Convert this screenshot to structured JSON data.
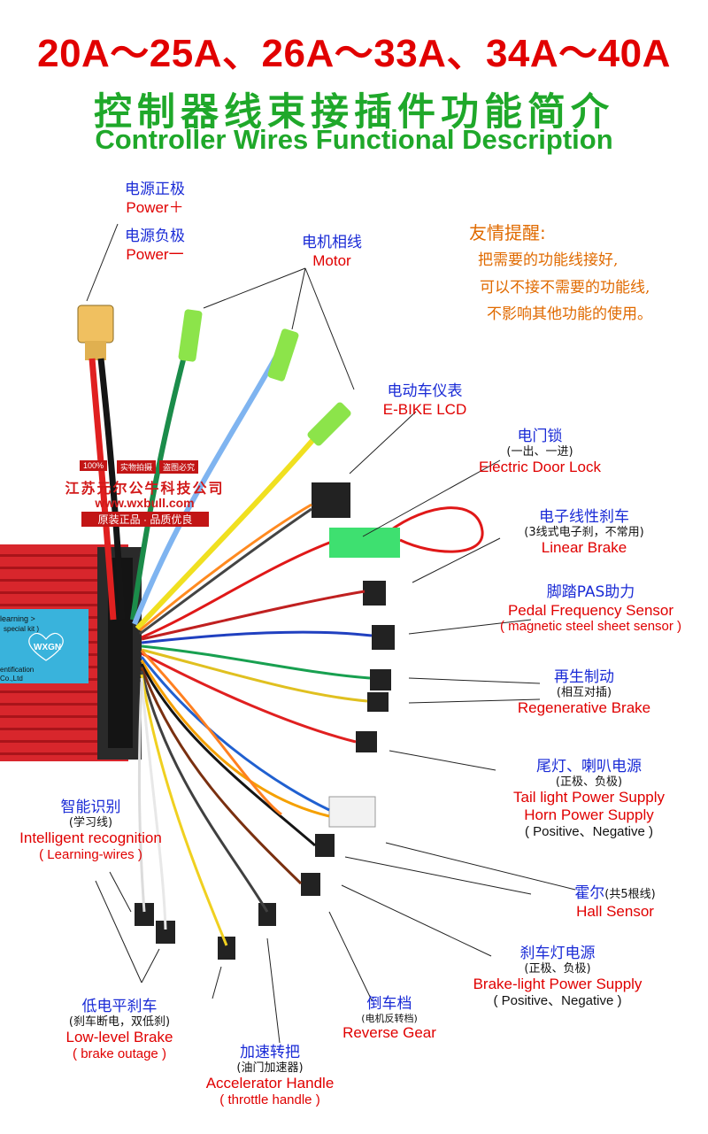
{
  "title": {
    "amps": "20A～25A、26A～33A、34A～40A",
    "cn": "控制器线束接插件功能简介",
    "en": "Controller Wires Functional Description"
  },
  "tip": {
    "heading": "友情提醒:",
    "line1": "把需要的功能线接好,",
    "line2": "可以不接不需要的功能线,",
    "line3": "不影响其他功能的使用。"
  },
  "watermark": {
    "pct": "100%",
    "tag1": "实物拍摄",
    "tag2": "盗图必究",
    "company": "江苏元尔公牛科技公司",
    "url": "www.wxbull.com",
    "slogan": "原装正品 · 品质优良"
  },
  "controller": {
    "sticker_line1": "learning >",
    "sticker_line2": "special kit )",
    "logo": "WXGN",
    "sticker_line3": "entification",
    "sticker_line4": "Co.,Ltd"
  },
  "labels": {
    "power_pos_cn": "电源正极",
    "power_pos_en": "Power＋",
    "power_neg_cn": "电源负极",
    "power_neg_en": "Power一",
    "motor_cn": "电机相线",
    "motor_en": "Motor",
    "lcd_cn": "电动车仪表",
    "lcd_en": "E-BIKE  LCD",
    "door_cn": "电门锁",
    "door_sub": "(一出、一进)",
    "door_en": "Electric Door Lock",
    "linear_cn": "电子线性刹车",
    "linear_sub": "(3线式电子刹，不常用)",
    "linear_en": "Linear Brake",
    "pas_cn": "脚踏PAS助力",
    "pas_en": "Pedal Frequency Sensor",
    "pas_en2": "( magnetic steel sheet sensor )",
    "regen_cn": "再生制动",
    "regen_sub": "(相互对插)",
    "regen_en": "Regenerative Brake",
    "tail_cn": "尾灯、喇叭电源",
    "tail_sub": "(正极、负极)",
    "tail_en1": "Tail light Power Supply",
    "tail_en2": "Horn Power Supply",
    "tail_en3": "( Positive、Negative )",
    "hall_cn": "霍尔",
    "hall_sub": "(共5根线)",
    "hall_en": "Hall Sensor",
    "brakelight_cn": "刹车灯电源",
    "brakelight_sub": "(正极、负极)",
    "brakelight_en": "Brake-light Power Supply",
    "brakelight_en2": "( Positive、Negative )",
    "reverse_cn": "倒车档",
    "reverse_sub": "(电机反转档)",
    "reverse_en": "Reverse Gear",
    "accel_cn": "加速转把",
    "accel_sub": "(油门加速器)",
    "accel_en": "Accelerator Handle",
    "accel_en2": "( throttle handle )",
    "lowbrake_cn": "低电平刹车",
    "lowbrake_sub": "(刹车断电，双低刹)",
    "lowbrake_en": "Low-level Brake",
    "lowbrake_en2": "( brake outage )",
    "smart_cn": "智能识别",
    "smart_sub": "(学习线)",
    "smart_en": "Intelligent  recognition",
    "smart_en2": "( Learning-wires )"
  },
  "colors": {
    "title_red": "#e10000",
    "title_green": "#1fa82a",
    "label_blue": "#1a2bd6",
    "label_red": "#e00000",
    "tip_orange": "#e06a00",
    "controller_red": "#d8262c",
    "sticker_blue": "#39b3dc"
  }
}
